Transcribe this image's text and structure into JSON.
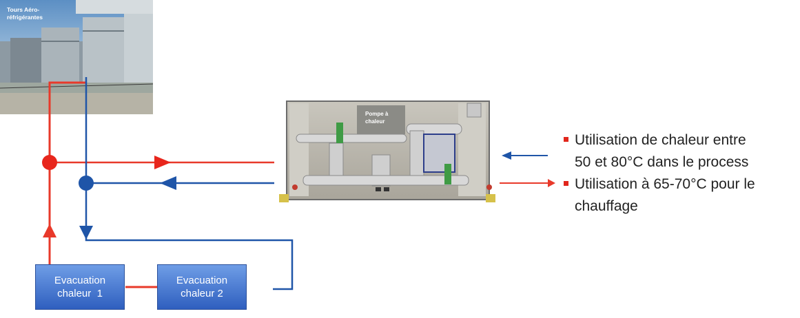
{
  "photo": {
    "label_line1": "Tours Aéro-",
    "label_line2": "réfrigérantes"
  },
  "heat_pump": {
    "label_line1": "Pompe à",
    "label_line2": "chaleur"
  },
  "boxes": [
    {
      "line1": "Evacuation",
      "line2": "chaleur  1"
    },
    {
      "line1": "Evacuation",
      "line2": "chaleur 2"
    }
  ],
  "bullets": [
    {
      "line1": "Utilisation de chaleur entre",
      "line2": "50 et 80°C dans le process"
    },
    {
      "line1": "Utilisation à 65-70°C pour le",
      "line2": "chauffage"
    }
  ],
  "colors": {
    "hot": "#e8392a",
    "cold": "#1f55a8",
    "bullet": "#e1261c",
    "box_fill": "#4a7fd6"
  },
  "icons": [
    "cooling-towers-photo",
    "heat-pump-unit-image"
  ]
}
